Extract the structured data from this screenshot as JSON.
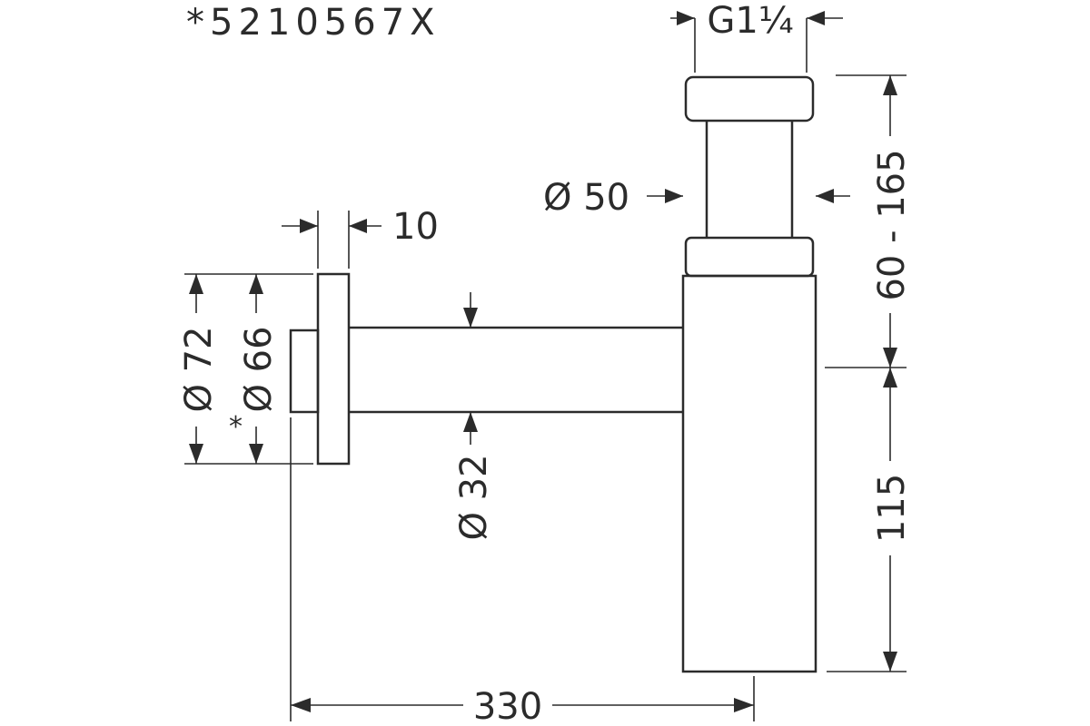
{
  "labels": {
    "article_number": "*5210567X",
    "thread": "G1¼",
    "dia_50": "Ø 50",
    "flange_thickness": "10",
    "height_range": "60 - 165",
    "dia_72": "Ø 72",
    "dia_66": "Ø 66",
    "star": "*",
    "dia_32": "Ø 32",
    "height_115": "115",
    "length_330": "330"
  }
}
